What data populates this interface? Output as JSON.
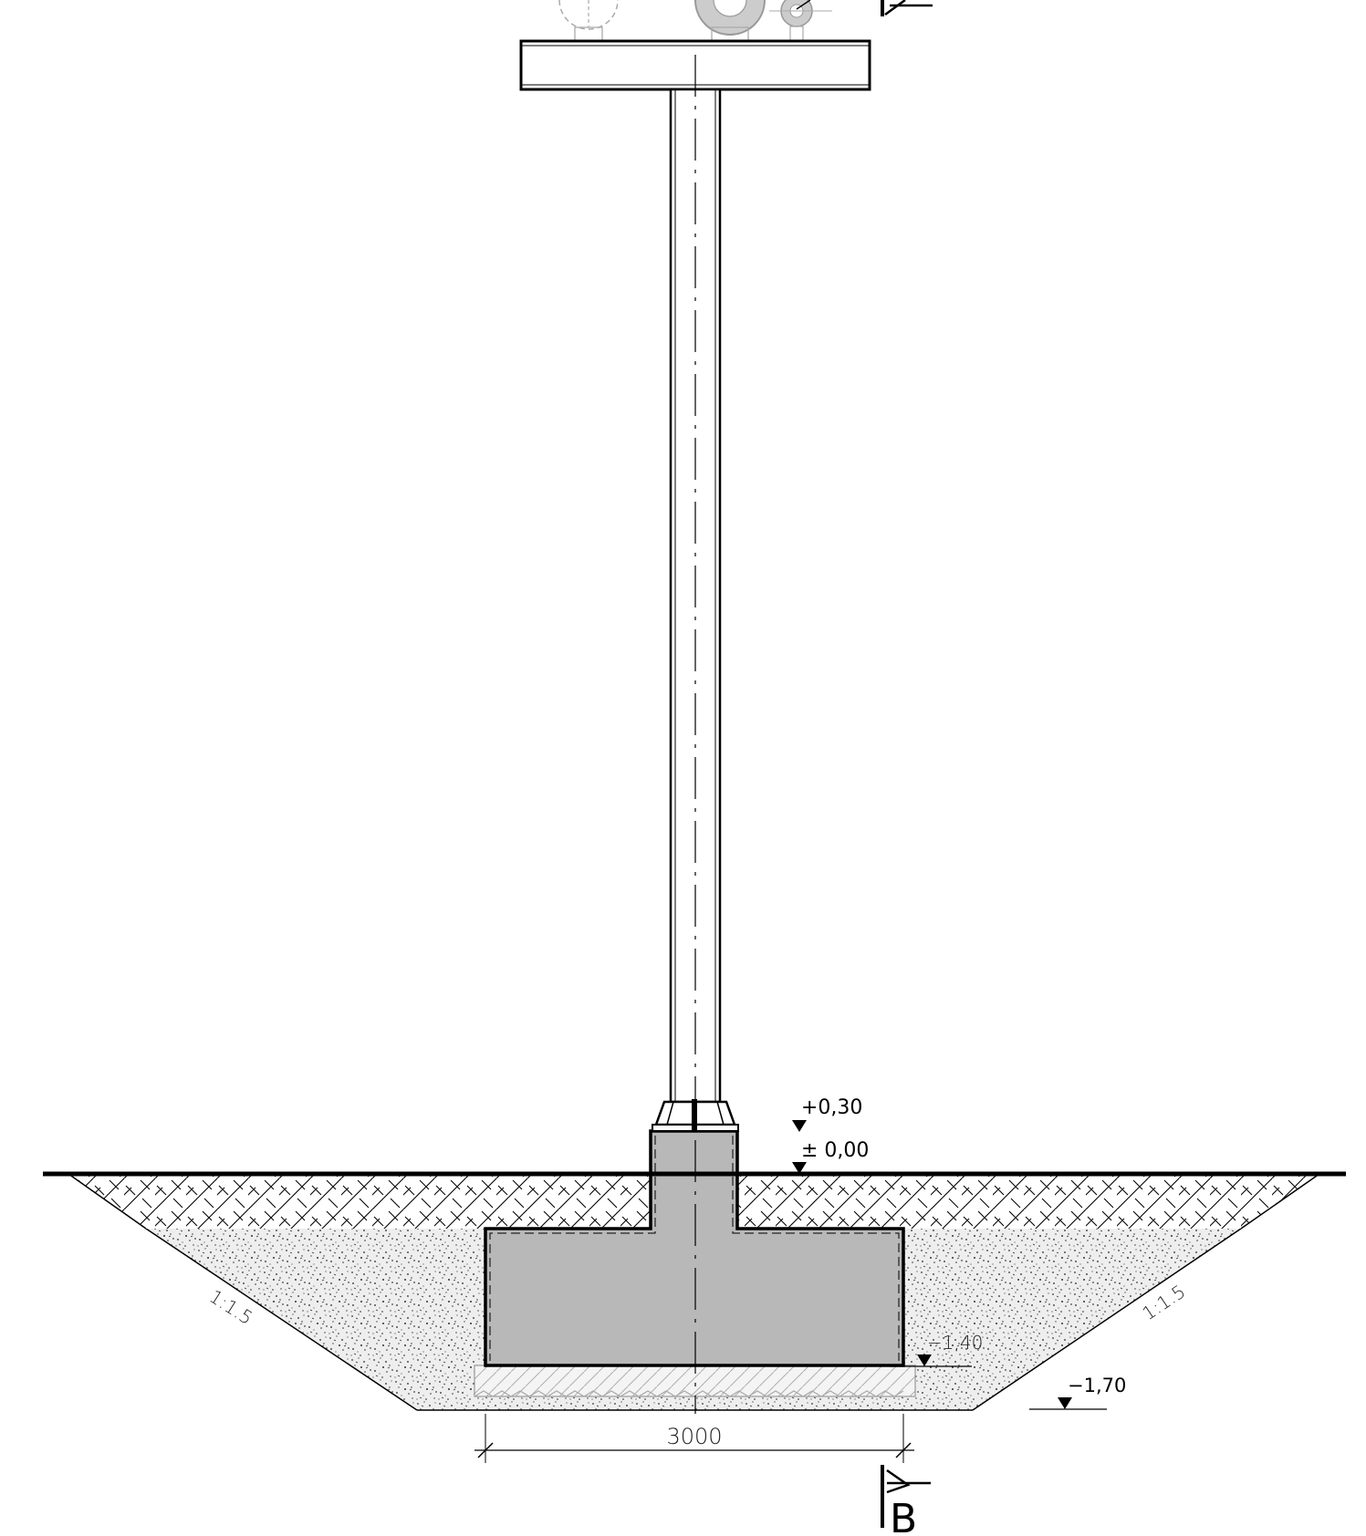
{
  "drawing": {
    "type": "foundation cross-section",
    "levels": {
      "top_of_pedestal": "+0,30",
      "ground": "± 0,00",
      "foundation_bottom": "−1,40",
      "excavation_bottom": "−1,70"
    },
    "slopes": {
      "left": "1:1.5",
      "right": "1:1.5"
    },
    "dimensions": {
      "foundation_width": "3000"
    },
    "section_marker": {
      "letter": "B"
    },
    "colors": {
      "line": "#000000",
      "concrete": "#b8b8b8",
      "gravel": "#e6e6e6",
      "blinding": "#f0f0f0",
      "faded": "#aaaaaa"
    }
  }
}
